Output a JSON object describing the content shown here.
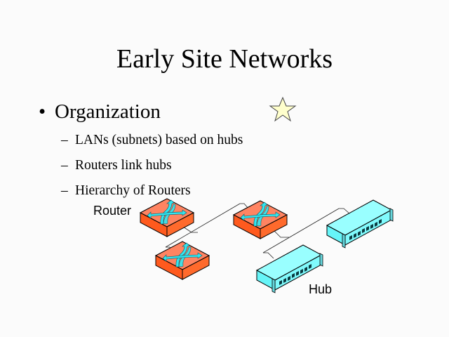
{
  "slide": {
    "title": "Early Site Networks",
    "bullets": [
      {
        "marker": "•",
        "text": "Organization",
        "sub_items": [
          {
            "marker": "–",
            "text": "LANs (subnets) based on hubs"
          },
          {
            "marker": "–",
            "text": "Routers link hubs"
          },
          {
            "marker": "–",
            "text": "Hierarchy of Routers"
          }
        ]
      }
    ],
    "decoration": {
      "icon": "star-icon",
      "fill": "#ffffcc"
    },
    "diagram": {
      "labels": {
        "router": "Router",
        "hub": "Hub"
      },
      "colors": {
        "router_top": "#ff8060",
        "router_side": "#ff5a1e",
        "router_arrows": "#33e6f0",
        "hub_top": "#99ffff",
        "hub_side": "#66f0f5",
        "line": "#000000"
      },
      "devices": [
        {
          "type": "router",
          "name": "router-top-left"
        },
        {
          "type": "router",
          "name": "router-center"
        },
        {
          "type": "router",
          "name": "router-bottom"
        },
        {
          "type": "hub",
          "name": "hub-bottom"
        },
        {
          "type": "hub",
          "name": "hub-right"
        }
      ]
    }
  }
}
